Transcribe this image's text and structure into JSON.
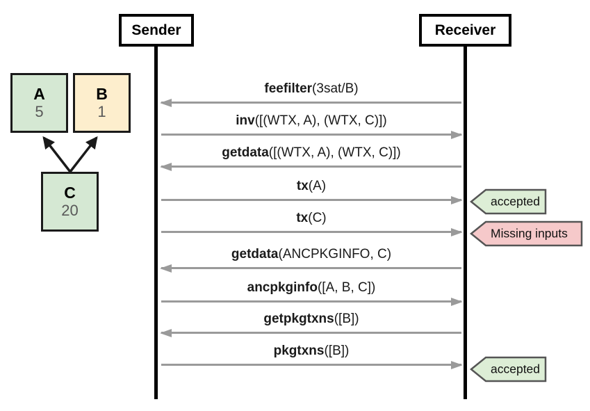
{
  "actors": {
    "sender": "Sender",
    "receiver": "Receiver"
  },
  "tx_graph": {
    "nodes": [
      {
        "id": "A",
        "label": "A",
        "fee": "5",
        "color": "#d5e8d3"
      },
      {
        "id": "B",
        "label": "B",
        "fee": "1",
        "color": "#fdeecd"
      },
      {
        "id": "C",
        "label": "C",
        "fee": "20",
        "color": "#d5e8d3"
      }
    ],
    "edges": [
      {
        "from": "C",
        "to": "A"
      },
      {
        "from": "C",
        "to": "B"
      }
    ]
  },
  "messages": [
    {
      "name": "feefilter",
      "args": "(3sat/B)",
      "direction": "left"
    },
    {
      "name": "inv",
      "args": "([(WTX, A), (WTX, C)])",
      "direction": "right"
    },
    {
      "name": "getdata",
      "args": "([(WTX, A), (WTX, C)])",
      "direction": "left"
    },
    {
      "name": "tx",
      "args": "(A)",
      "direction": "right"
    },
    {
      "name": "tx",
      "args": "(C)",
      "direction": "right"
    },
    {
      "name": "getdata",
      "args": "(ANCPKGINFO, C)",
      "direction": "left"
    },
    {
      "name": "ancpkginfo",
      "args": "([A, B, C])",
      "direction": "right"
    },
    {
      "name": "getpkgtxns",
      "args": "([B])",
      "direction": "left"
    },
    {
      "name": "pkgtxns",
      "args": "([B])",
      "direction": "right"
    }
  ],
  "result_tags": [
    {
      "label": "accepted",
      "color": "green"
    },
    {
      "label": "Missing inputs",
      "color": "pink"
    },
    {
      "label": "accepted",
      "color": "green"
    }
  ],
  "colors": {
    "node_green": "#d5e8d3",
    "node_yellow": "#fdeecd",
    "tag_green": "#ddeed6",
    "tag_pink": "#f6c9ca",
    "tag_border": "#555555",
    "message_arrow_gray": "#9a9a9a",
    "lifeline_black": "#000000",
    "fee_text_gray": "#595959"
  }
}
